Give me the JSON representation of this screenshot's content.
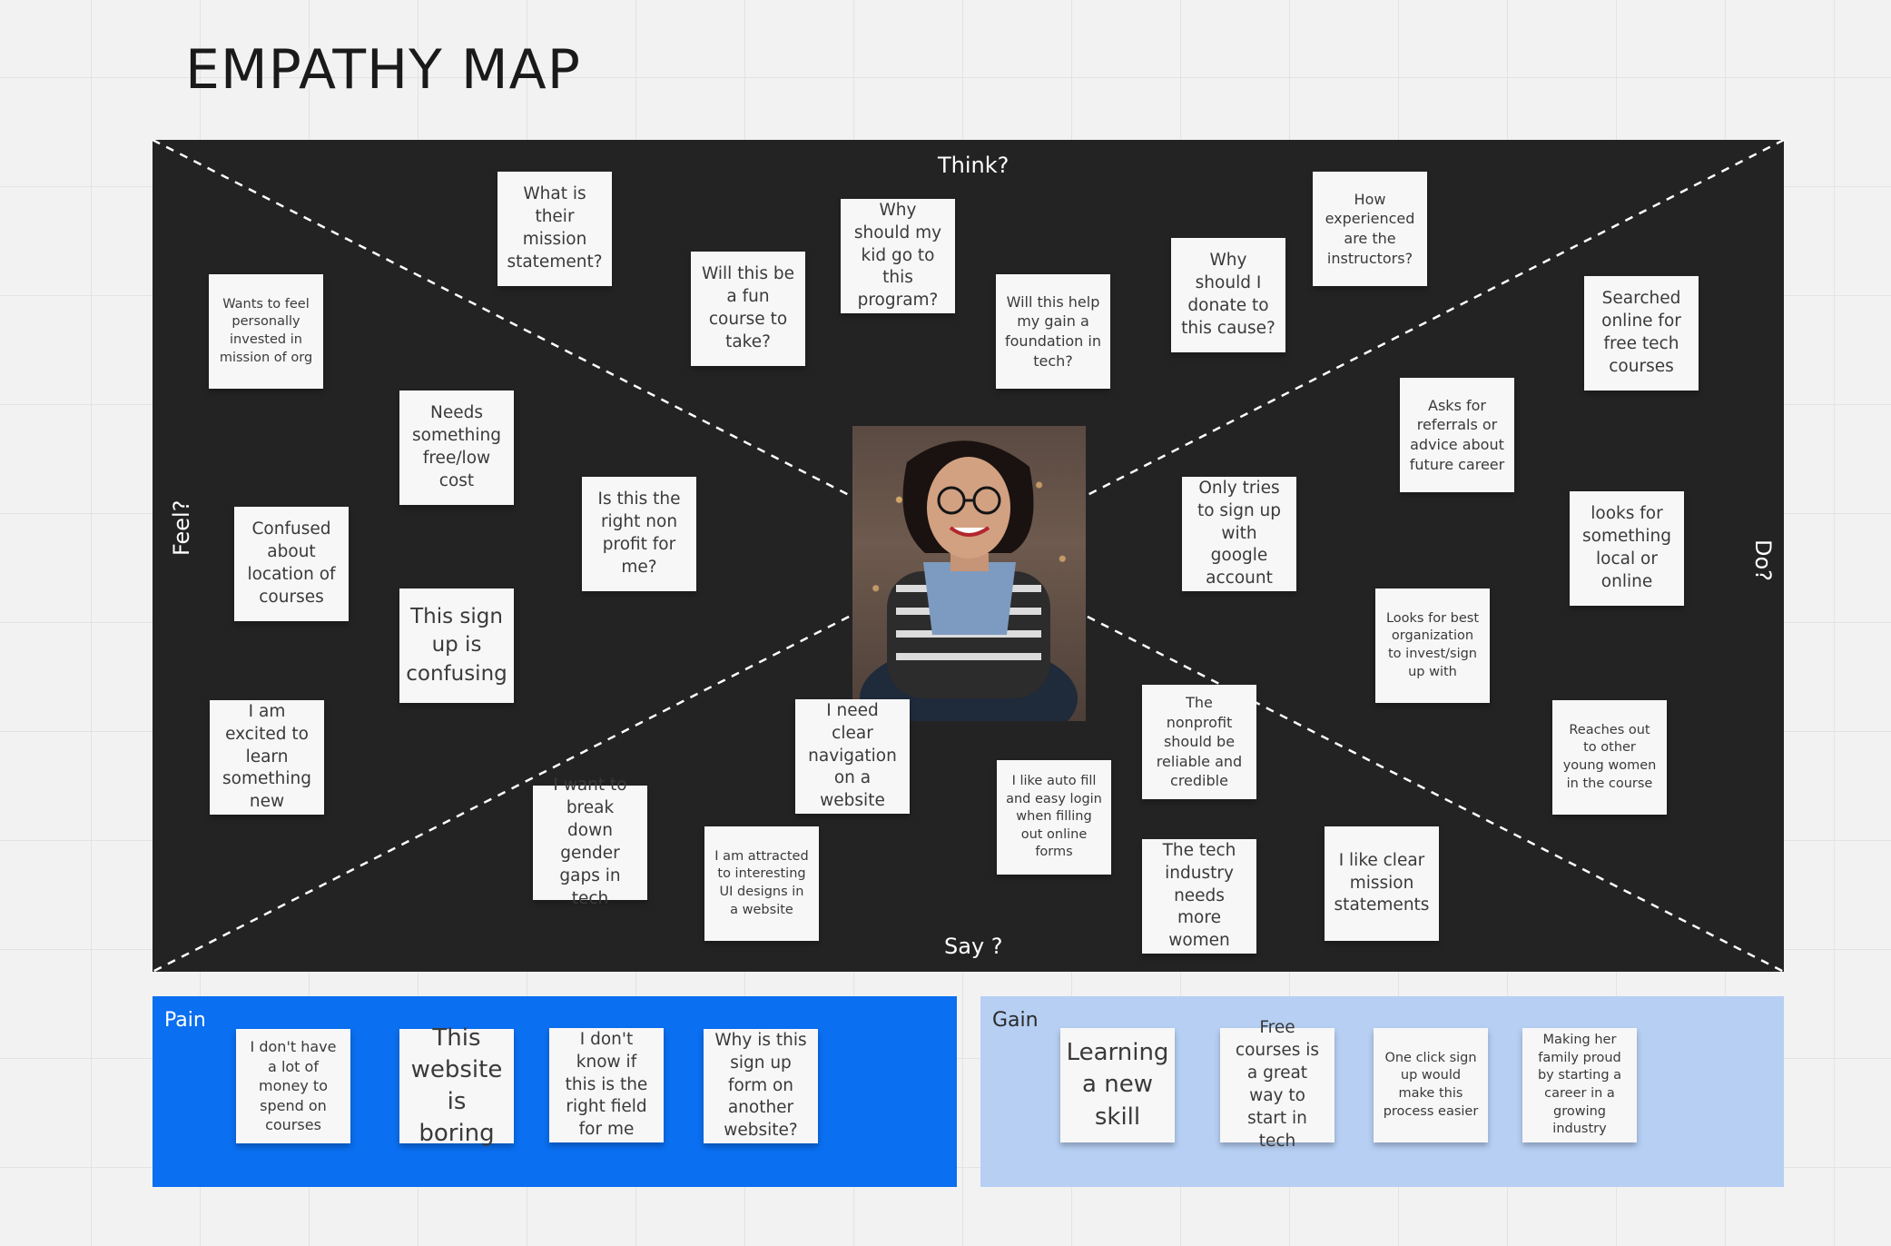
{
  "title": "EMPATHY MAP",
  "quadrants": {
    "think": "Think?",
    "say": "Say ?",
    "feel": "Feel?",
    "do": "Do?"
  },
  "notes": [
    "What is their mission statement?",
    "Why should my kid go to this program?",
    "Will this be a fun course to take?",
    "Will this help my gain a foundation in tech?",
    "Why should I donate to this cause?",
    "How experienced are the instructors?",
    "Wants to feel personally invested in mission of org",
    "Needs something free/low cost",
    "Confused about location of courses",
    "Is this the right non profit for me?",
    "This sign up is confusing",
    "I am excited to learn something new",
    "Searched online for free tech courses",
    "Asks for referrals or advice about future career",
    "Only tries to sign up with google account",
    "looks for something local or online",
    "Looks for best organization to invest/sign up with",
    "Reaches out to other young women in the course",
    "I need clear navigation on a website",
    "I want to break down gender gaps in tech",
    "I am attracted to interesting UI designs in a website",
    "I like auto fill and easy login when filling out online forms",
    "The nonprofit should be reliable and credible",
    "The tech industry needs more women",
    "I like clear mission statements"
  ],
  "pain": {
    "label": "Pain",
    "notes": [
      "I don't have a lot of money to spend on courses",
      "This website is boring",
      "I don't know if this is the right field for me",
      "Why is this sign up form on another website?"
    ]
  },
  "gain": {
    "label": "Gain",
    "notes": [
      "Learning a new skill",
      "Free courses is a great way to start in tech",
      "One click sign up would make this process easier",
      "Making her family proud by starting a career in a growing industry"
    ]
  }
}
